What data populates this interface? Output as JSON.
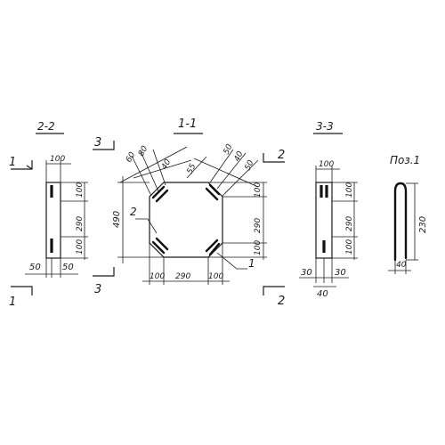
{
  "sections": {
    "s22": {
      "title": "2-2",
      "d_top": "100",
      "d_r1": "100",
      "d_r2": "290",
      "d_r3": "100",
      "d_b1": "50",
      "d_b2": "50"
    },
    "s11": {
      "title": "1-1",
      "d_60": "60",
      "d_80": "80",
      "d_40a": "40",
      "d_55": "55",
      "d_50a": "50",
      "d_40b": "40",
      "d_50b": "50",
      "d_r1": "100",
      "d_r2": "290",
      "d_r3": "100",
      "d_l": "490",
      "d_b1": "100",
      "d_b2": "290",
      "d_b3": "100",
      "lbl_2": "2",
      "lbl_1": "1"
    },
    "s33": {
      "title": "3-3",
      "d_top": "100",
      "d_r1": "100",
      "d_r2": "290",
      "d_r3": "100",
      "d_b1": "30",
      "d_b2": "30",
      "d_b3": "40"
    },
    "pos1": {
      "title": "Поз.1",
      "d_h": "230",
      "d_w": "40"
    }
  },
  "cut_marks": {
    "m1a": "1",
    "m1b": "1",
    "m2a": "2",
    "m2b": "2",
    "m3a": "3",
    "m3b": "3"
  }
}
